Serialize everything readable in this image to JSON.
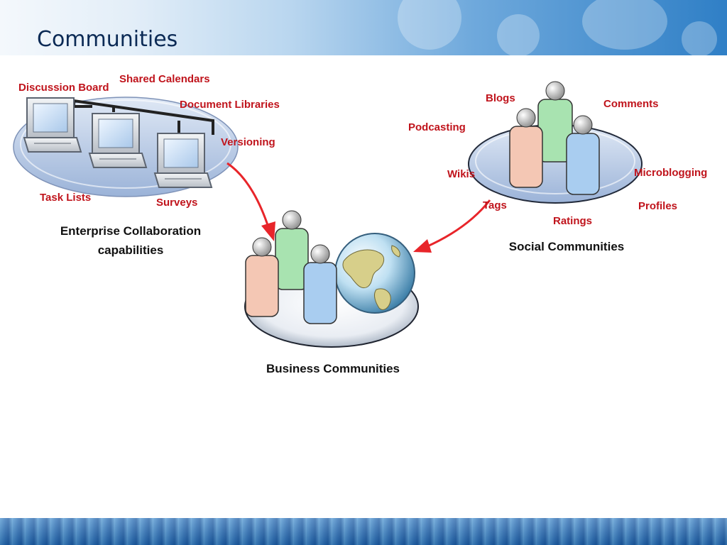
{
  "slide": {
    "title": "Communities"
  },
  "enterprise": {
    "caption": [
      "Enterprise Collaboration",
      "capabilities"
    ],
    "features": {
      "discussion_board": "Discussion Board",
      "shared_calendars": "Shared Calendars",
      "document_libraries": "Document Libraries",
      "versioning": "Versioning",
      "task_lists": "Task Lists",
      "surveys": "Surveys"
    }
  },
  "social": {
    "caption": "Social Communities",
    "features": {
      "blogs": "Blogs",
      "comments": "Comments",
      "podcasting": "Podcasting",
      "wikis": "Wikis",
      "microblogging": "Microblogging",
      "tags": "Tags",
      "profiles": "Profiles",
      "ratings": "Ratings"
    }
  },
  "business": {
    "caption": "Business Communities"
  },
  "colors": {
    "label_red": "#c0141c",
    "title_navy": "#0b2a55",
    "arrow_red": "#e8252a"
  }
}
